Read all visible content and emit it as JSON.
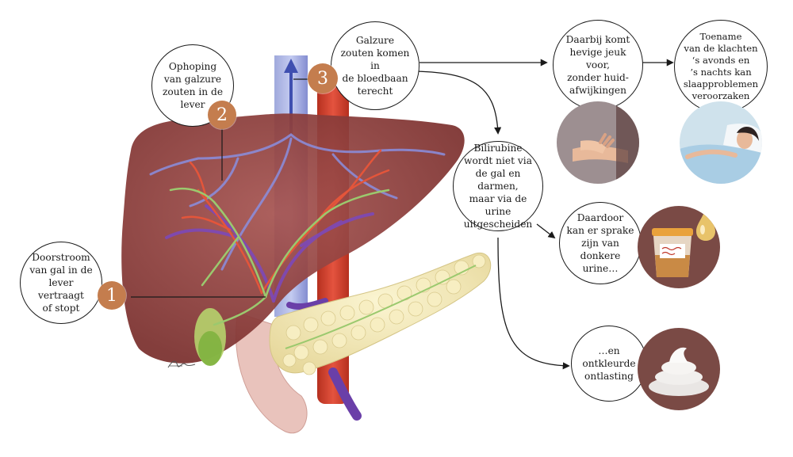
{
  "colors": {
    "accent_badge": "#c47d4e",
    "liver": "#8a3d3a",
    "artery": "#d3402f",
    "vein": "#6e79c9",
    "bile": "#8fc06a",
    "pancreas": "#f3e9b6",
    "duodenum": "#e9c3bc",
    "photo_bg": "#7a4a45"
  },
  "steps": [
    {
      "number": "1",
      "text": "Doorstroom\nvan gal in de\nlever vertraagt\nof stopt"
    },
    {
      "number": "2",
      "text": "Ophoping\nvan galzure\nzouten in de\nlever"
    },
    {
      "number": "3",
      "text": "Galzure\nzouten komen in\nde bloedbaan\nterecht"
    }
  ],
  "effects": {
    "itch": "Daarbij komt\nhevige jeuk voor,\nzonder huid-\nafwijkingen",
    "night": "Toename\nvan de klachten\n‘s avonds en\n’s nachts kan\nslaapproblemen\nveroorzaken",
    "bilirubin": "Bilirubine\nwordt niet via\nde gal en darmen,\nmaar via de urine\nuitgescheiden",
    "urine": "Daardoor\nkan er sprake\nzijn van\ndonkere\nurine…",
    "stool": "…en\nontkleurde\nontlasting"
  },
  "icons": {
    "itch_photo": "scratching-arm-icon",
    "night_photo": "sleepless-woman-icon",
    "urine_photo": "urine-sample-cup-icon",
    "stool_photo": "pale-stool-icon"
  }
}
